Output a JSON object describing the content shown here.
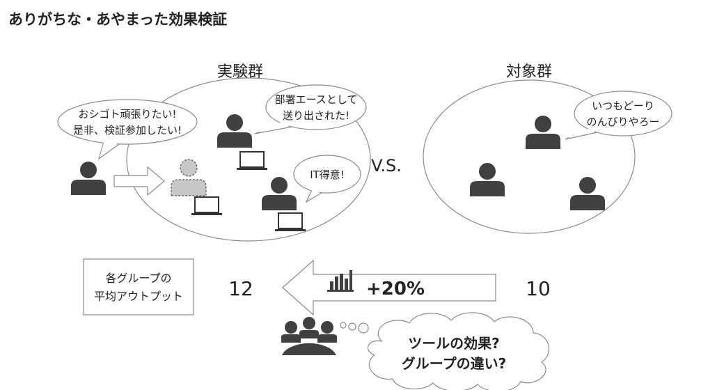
{
  "title": "ありがちな・あやまった効果検証",
  "experiment_group": {
    "label": "実験群",
    "bubble_left": [
      "おシゴト頑張りたい!",
      "是非、検証参加したい!"
    ],
    "bubble_ace": [
      "部署エースとして",
      "送り出された!"
    ],
    "bubble_it": "IT得意!"
  },
  "versus": "V.S.",
  "control_group": {
    "label": "対象群",
    "bubble": [
      "いつもどーり",
      "のんびりやろー"
    ]
  },
  "output_label": [
    "各グループの",
    "平均アウトプット"
  ],
  "experiment_value": "12",
  "control_value": "10",
  "change": "+20%",
  "question": [
    "ツールの効果?",
    "グループの違い?"
  ]
}
